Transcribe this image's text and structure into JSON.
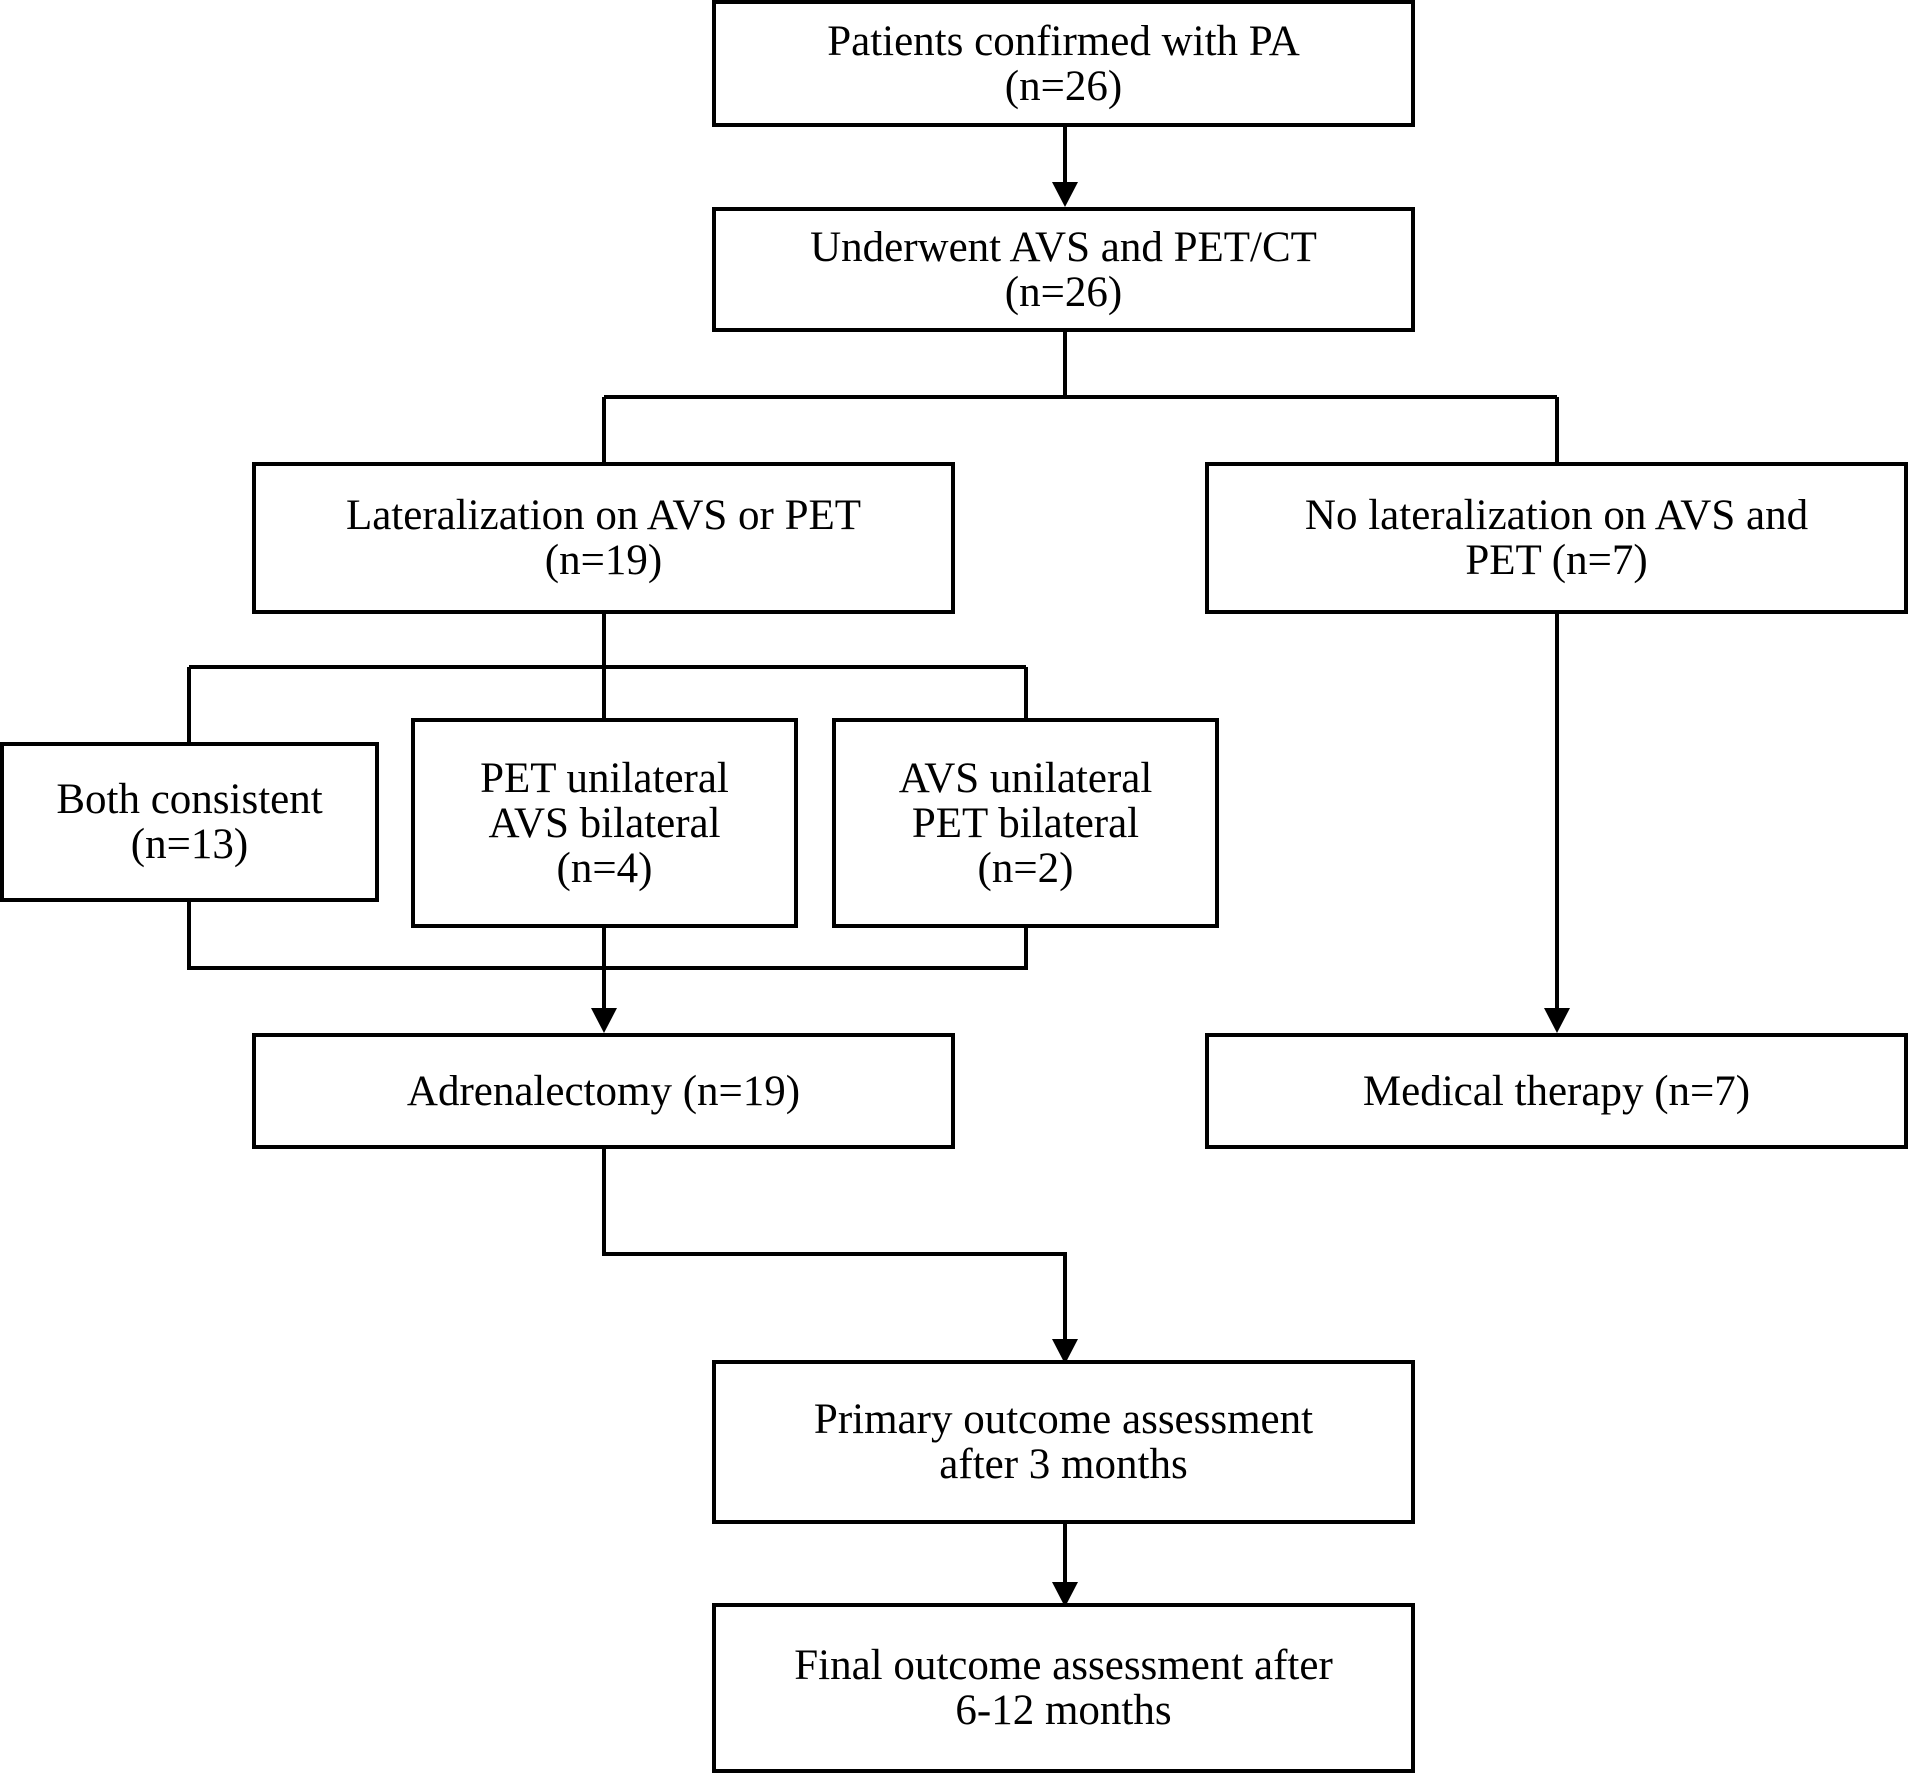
{
  "diagram": {
    "type": "flowchart",
    "nodes": {
      "confirmed": {
        "lines": [
          "Patients confirmed with PA",
          "(n=26)"
        ]
      },
      "underwent": {
        "lines": [
          "Underwent AVS and PET/CT",
          "(n=26)"
        ]
      },
      "lateralization": {
        "lines": [
          "Lateralization on AVS or PET",
          "(n=19)"
        ]
      },
      "no_lateralization": {
        "lines": [
          "No lateralization on AVS and",
          "PET (n=7)"
        ]
      },
      "both_consistent": {
        "lines": [
          "Both consistent",
          "(n=13)"
        ]
      },
      "pet_unilateral": {
        "lines": [
          "PET unilateral",
          "AVS bilateral",
          "(n=4)"
        ]
      },
      "avs_unilateral": {
        "lines": [
          "AVS unilateral",
          "PET bilateral",
          "(n=2)"
        ]
      },
      "adrenalectomy": {
        "lines": [
          "Adrenalectomy (n=19)"
        ]
      },
      "medical_therapy": {
        "lines": [
          "Medical therapy (n=7)"
        ]
      },
      "primary_outcome": {
        "lines": [
          "Primary outcome assessment",
          "after 3 months"
        ]
      },
      "final_outcome": {
        "lines": [
          "Final outcome assessment after",
          "6-12 months"
        ]
      }
    },
    "edges": [
      {
        "from": "confirmed",
        "to": "underwent",
        "arrow": true
      },
      {
        "from": "underwent",
        "to": "lateralization",
        "arrow": false
      },
      {
        "from": "underwent",
        "to": "no_lateralization",
        "arrow": false
      },
      {
        "from": "lateralization",
        "to": "both_consistent",
        "arrow": false
      },
      {
        "from": "lateralization",
        "to": "pet_unilateral",
        "arrow": false
      },
      {
        "from": "lateralization",
        "to": "avs_unilateral",
        "arrow": false
      },
      {
        "from": "both_consistent",
        "to": "adrenalectomy",
        "arrow": true
      },
      {
        "from": "pet_unilateral",
        "to": "adrenalectomy",
        "arrow": true
      },
      {
        "from": "avs_unilateral",
        "to": "adrenalectomy",
        "arrow": true
      },
      {
        "from": "no_lateralization",
        "to": "medical_therapy",
        "arrow": true
      },
      {
        "from": "adrenalectomy",
        "to": "primary_outcome",
        "arrow": true
      },
      {
        "from": "primary_outcome",
        "to": "final_outcome",
        "arrow": true
      }
    ]
  },
  "colors": {
    "stroke": "#000000",
    "background": "#ffffff"
  }
}
